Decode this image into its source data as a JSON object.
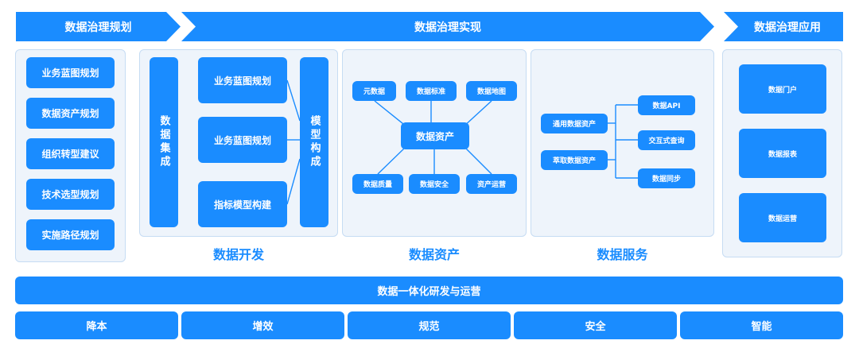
{
  "banners": {
    "planning": "数据治理规划",
    "implementation": "数据治理实现",
    "application": "数据治理应用"
  },
  "planning_items": [
    "业务蓝图规划",
    "数据资产规划",
    "组织转型建议",
    "技术选型规划",
    "实施路径规划"
  ],
  "dev": {
    "integration": "数据集成",
    "items": [
      "业务蓝图规划",
      "业务蓝图规划",
      "指标模型构建"
    ],
    "model": "模型构成",
    "caption": "数据开发"
  },
  "assets": {
    "top": [
      "元数据",
      "数据标准",
      "数据地图"
    ],
    "center": "数据资产",
    "bottom": [
      "数据质量",
      "数据安全",
      "资产运营"
    ],
    "caption": "数据资产"
  },
  "services": {
    "left": [
      "通用数据资产",
      "萃取数据资产"
    ],
    "right": [
      "数据API",
      "交互式查询",
      "数据同步"
    ],
    "caption": "数据服务"
  },
  "applications": [
    "数据门户",
    "数据报表",
    "数据运营"
  ],
  "platform": "数据一体化研发与运营",
  "values": [
    "降本",
    "增效",
    "规范",
    "安全",
    "智能"
  ],
  "colors": {
    "accent": "#1a8cff",
    "panel": "#eef4fb",
    "panel_border": "#c6dcf3"
  }
}
